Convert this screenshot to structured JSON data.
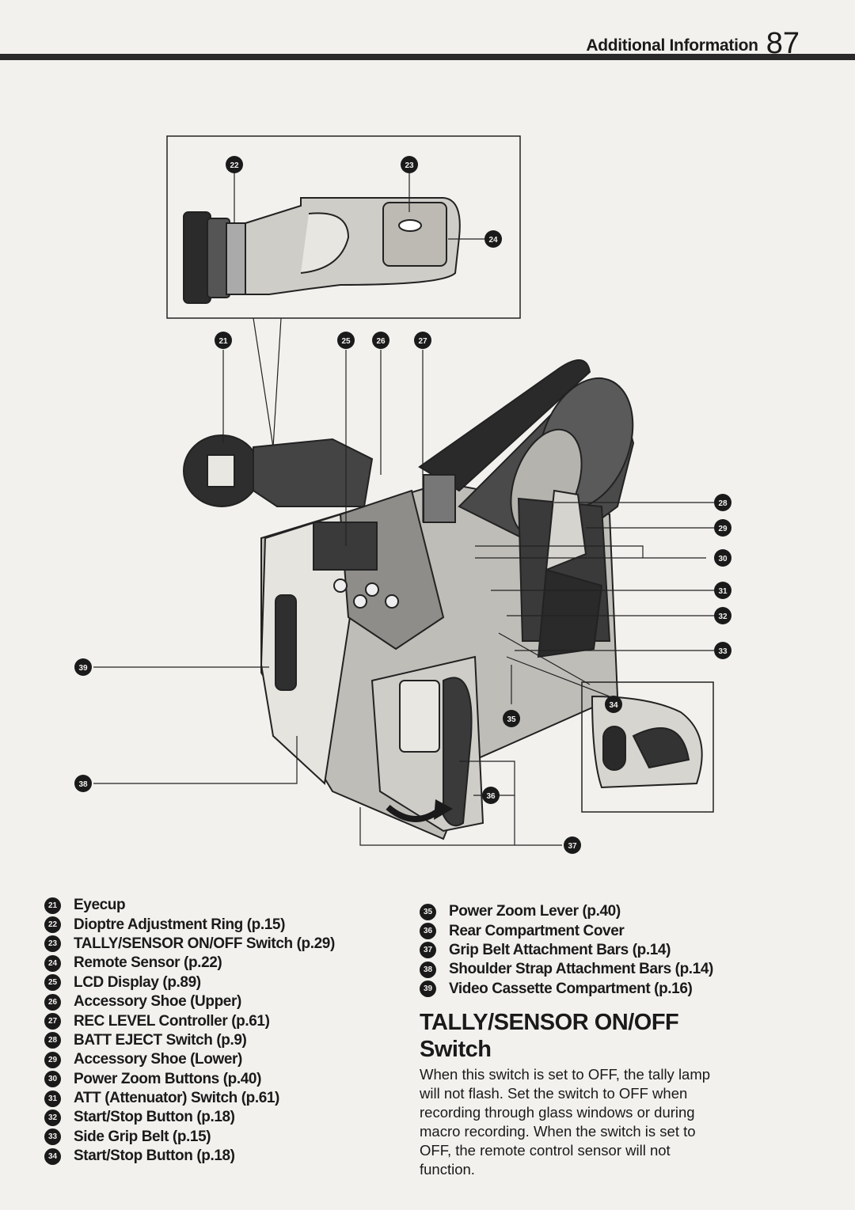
{
  "header": {
    "section": "Additional Information",
    "page_number": "87"
  },
  "callouts": [
    "21",
    "22",
    "23",
    "24",
    "25",
    "26",
    "27",
    "28",
    "29",
    "30",
    "31",
    "32",
    "33",
    "34",
    "35",
    "36",
    "37",
    "38",
    "39"
  ],
  "parts_left": [
    {
      "num": "21",
      "label": "Eyecup"
    },
    {
      "num": "22",
      "label": "Dioptre Adjustment Ring (p.15)"
    },
    {
      "num": "23",
      "label": "TALLY/SENSOR ON/OFF Switch (p.29)"
    },
    {
      "num": "24",
      "label": "Remote Sensor (p.22)"
    },
    {
      "num": "25",
      "label": "LCD Display (p.89)"
    },
    {
      "num": "26",
      "label": "Accessory Shoe (Upper)"
    },
    {
      "num": "27",
      "label": "REC LEVEL Controller (p.61)"
    },
    {
      "num": "28",
      "label": "BATT EJECT Switch (p.9)"
    },
    {
      "num": "29",
      "label": "Accessory Shoe (Lower)"
    },
    {
      "num": "30",
      "label": "Power Zoom Buttons (p.40)"
    },
    {
      "num": "31",
      "label": "ATT (Attenuator) Switch (p.61)"
    },
    {
      "num": "32",
      "label": "Start/Stop Button (p.18)"
    },
    {
      "num": "33",
      "label": "Side Grip Belt (p.15)"
    },
    {
      "num": "34",
      "label": "Start/Stop Button (p.18)"
    }
  ],
  "parts_right": [
    {
      "num": "35",
      "label": "Power Zoom Lever (p.40)"
    },
    {
      "num": "36",
      "label": "Rear Compartment Cover"
    },
    {
      "num": "37",
      "label": "Grip Belt Attachment Bars (p.14)"
    },
    {
      "num": "38",
      "label": "Shoulder Strap Attachment Bars (p.14)"
    },
    {
      "num": "39",
      "label": "Video Cassette Compartment (p.16)"
    }
  ],
  "section": {
    "title": "TALLY/SENSOR ON/OFF Switch",
    "body": "When this switch is set to OFF, the tally lamp will not flash. Set the switch to OFF when recording through glass windows or during macro recording. When the switch is set to OFF, the remote control sensor will not function."
  }
}
